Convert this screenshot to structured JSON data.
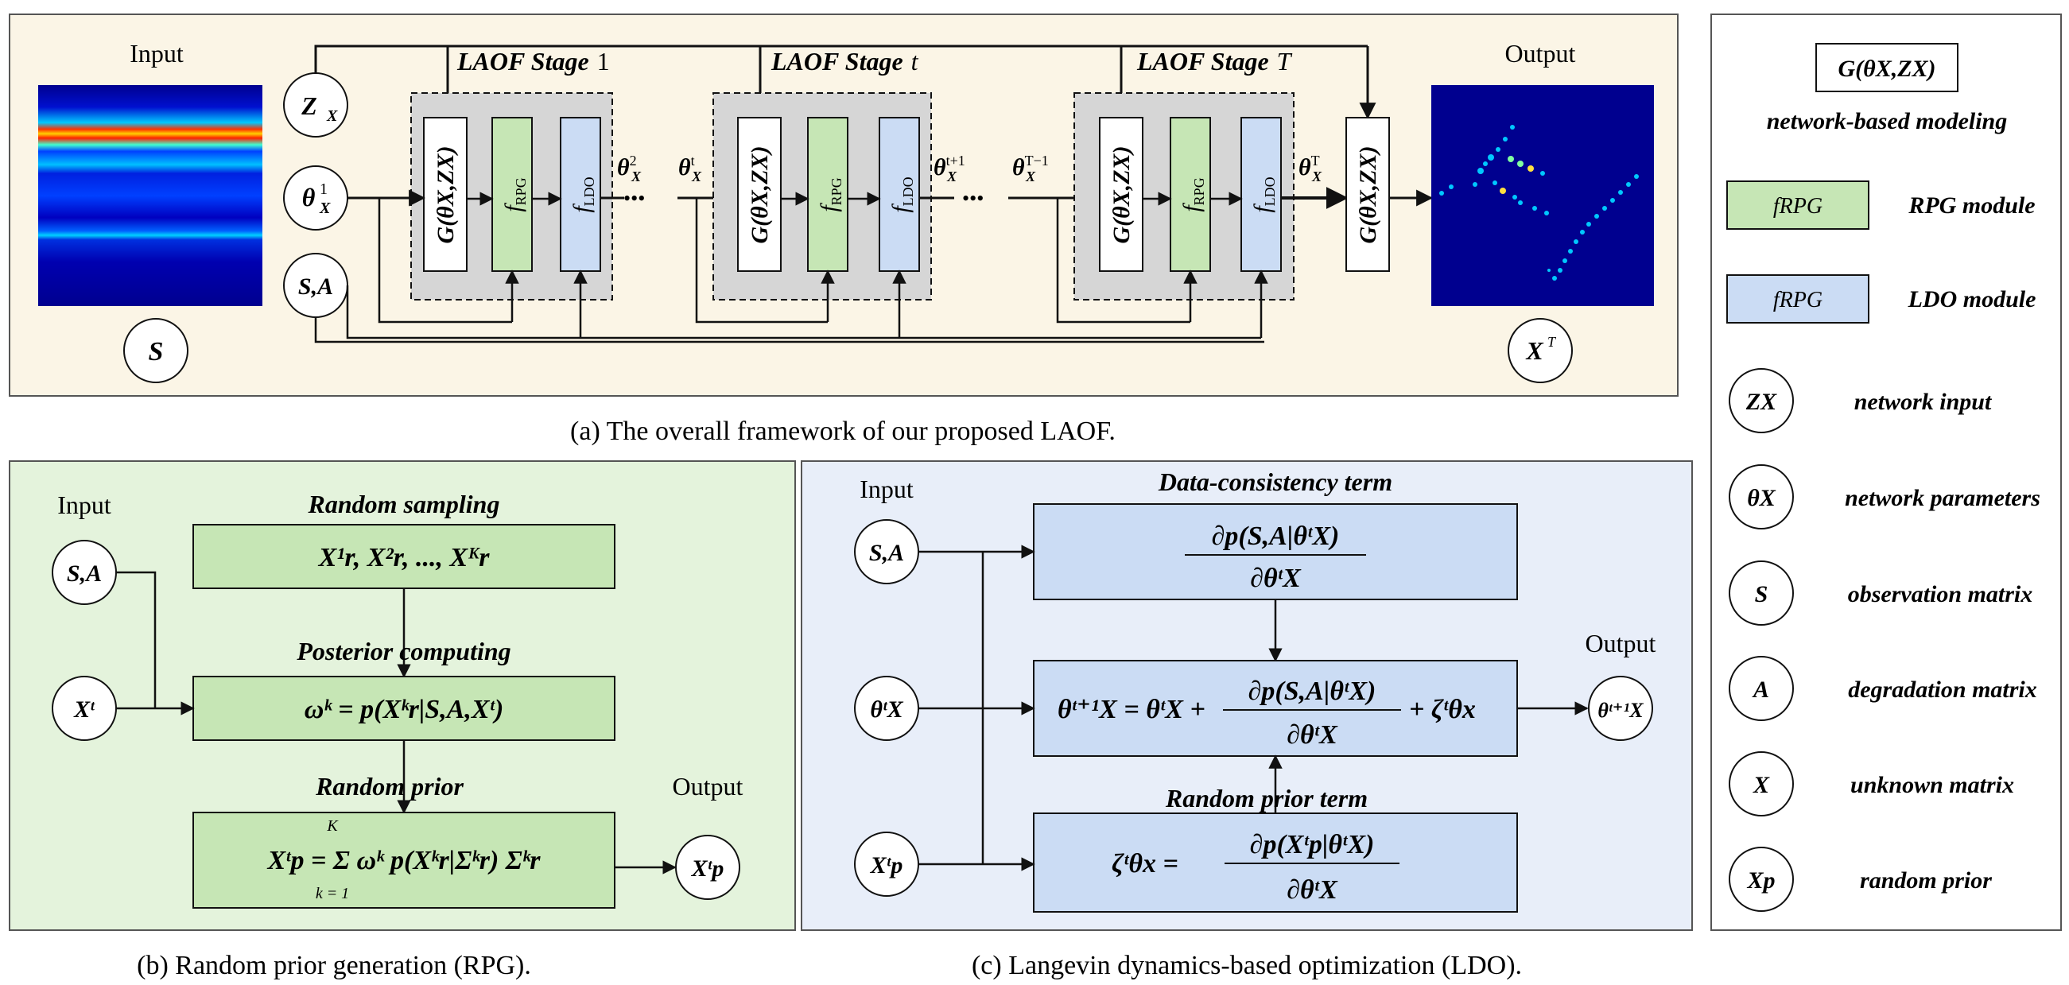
{
  "panel_a": {
    "caption": "(a)  The overall framework of our proposed LAOF.",
    "input_label": "Input",
    "output_label": "Output",
    "circle_z": "Z",
    "circle_z_sub": "X",
    "circle_theta": "θ",
    "circle_theta_sub": "X",
    "circle_theta_sup": "1",
    "circle_sa": "S,A",
    "circle_s": "S",
    "circle_xt": "X",
    "circle_xt_sup": "T",
    "stage_word": "LAOF Stage",
    "stage_1": "1",
    "stage_t": "t",
    "stage_T": "T",
    "g_label": "G(θX,ZX)",
    "frpg": "f",
    "frpg_sub": "RPG",
    "fldo": "f",
    "fldo_sub": "LDO",
    "theta2": "θ",
    "theta2_sup": "2",
    "thetat": "θ",
    "thetat_sup": "t",
    "thetat1": "θ",
    "thetat1_sup": "t+1",
    "thetaT1": "θ",
    "thetaT1_sup": "T−1",
    "thetaT": "θ",
    "thetaT_sup": "T",
    "sub_x": "X",
    "dots": "•••",
    "dots2": "•••"
  },
  "panel_b": {
    "caption": "(b)  Random prior generation (RPG).",
    "input_label": "Input",
    "output_label": "Output",
    "random_sampling": "Random sampling",
    "samples_eq": "X¹r, X²r, ..., Xᴷr",
    "posterior": "Posterior  computing",
    "omega_eq": "ωᵏ = p(Xᵏr|S,A,Xᵗ)",
    "random_prior": "Random  prior",
    "prior_eq": "Xᵗp = Σ ωᵏ p(Xᵏr|Σᵏr) Σᵏr",
    "sum_top": "K",
    "sum_bottom": "k = 1",
    "circle_sa": "S,A",
    "circle_xt": "Xᵗ",
    "circle_xp": "Xᵗp"
  },
  "panel_c": {
    "caption": "(c)  Langevin dynamics-based optimization (LDO).",
    "input_label": "Input",
    "output_label": "Output",
    "data_term": "Data-consistency term",
    "data_num": "∂p(S,A|θᵗX)",
    "data_den": "∂θᵗX",
    "update_lhs": "θᵗ⁺¹X = θᵗX +",
    "update_num": "∂p(S,A|θᵗX)",
    "update_den": "∂θᵗX",
    "update_rhs": "+ ζᵗθx",
    "prior_term": "Random  prior term",
    "prior_lhs": "ζᵗθx =",
    "prior_num": "∂p(Xᵗp|θᵗX)",
    "prior_den": "∂θᵗX",
    "circle_sa": "S,A",
    "circle_theta": "θᵗX",
    "circle_xp": "Xᵗp",
    "circle_out": "θᵗ⁺¹X"
  },
  "legend": {
    "g_box": "G(θX,ZX)",
    "g_text": "network-based modeling",
    "rpg_box": "fRPG",
    "rpg_text": "RPG module",
    "ldo_box": "fRPG",
    "ldo_text": "LDO module",
    "z_circle": "ZX",
    "z_text": "network input",
    "theta_circle": "θX",
    "theta_text": "network parameters",
    "s_circle": "S",
    "s_text": "observation matrix",
    "a_circle": "A",
    "a_text": "degradation matrix",
    "x_circle": "X",
    "x_text": "unknown matrix",
    "xp_circle": "Xp",
    "xp_text": "random prior"
  },
  "colors": {
    "panel_a_bg": "#fbf5e6",
    "panel_b_bg": "#e4f3dc",
    "panel_c_bg": "#e8eef9",
    "rpg_fill": "#c6e6b5",
    "ldo_fill": "#cbdcf4",
    "stage_fill": "#d6d6d6",
    "heat_bg": "#00008f"
  }
}
